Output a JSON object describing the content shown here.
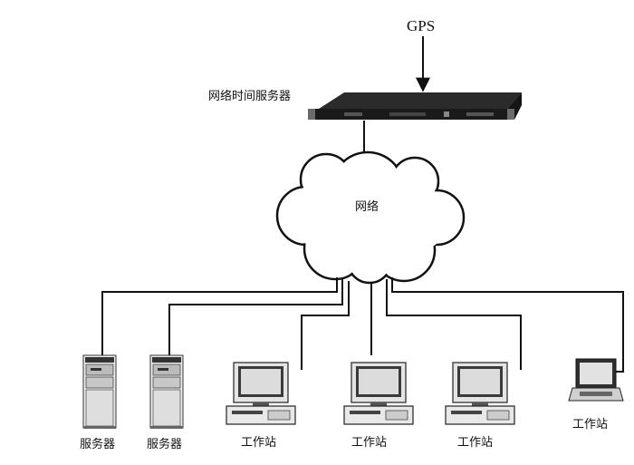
{
  "gps_label": "GPS",
  "server_label": "网络时间服务器",
  "network_label": "网络",
  "devices": [
    {
      "type": "server",
      "label": "服务器"
    },
    {
      "type": "server",
      "label": "服务器"
    },
    {
      "type": "workstation",
      "label": "工作站"
    },
    {
      "type": "workstation",
      "label": "工作站"
    },
    {
      "type": "workstation",
      "label": "工作站"
    },
    {
      "type": "laptop",
      "label": "工作站"
    }
  ]
}
